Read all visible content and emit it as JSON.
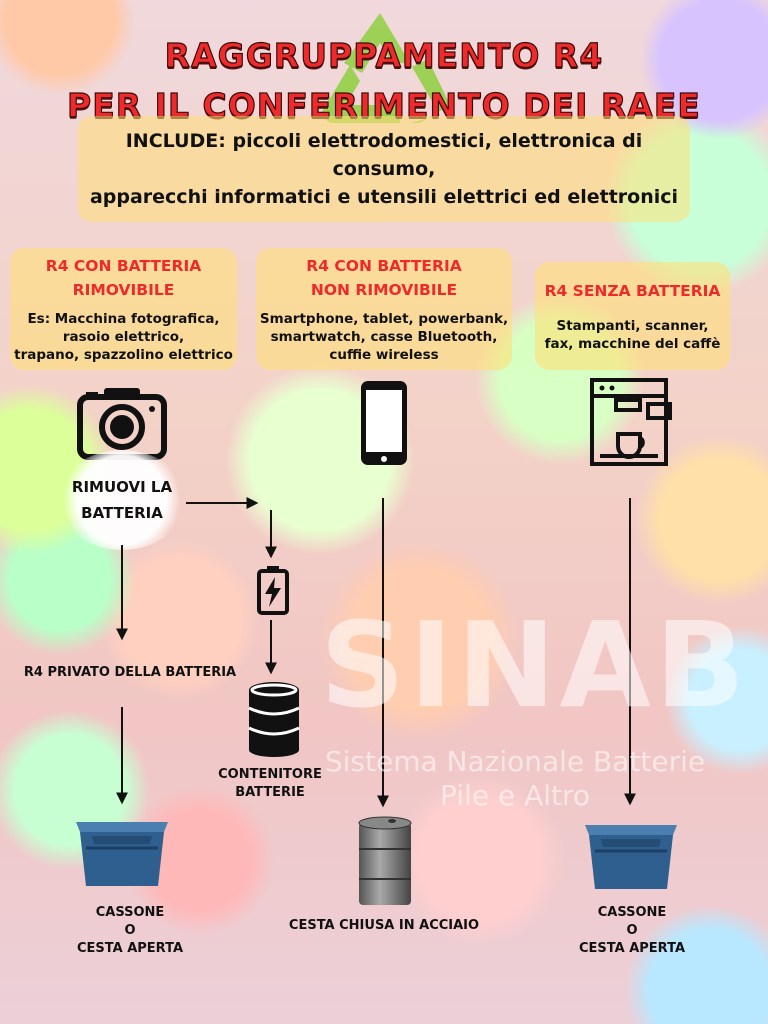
{
  "title": {
    "line1": "RAGGRUPPAMENTO R4",
    "line2": "PER IL CONFERIMENTO DEI RAEE"
  },
  "include": {
    "line1": "INCLUDE: piccoli elettrodomestici, elettronica di consumo,",
    "line2": "apparecchi informatici e utensili elettrici ed elettronici"
  },
  "cards": [
    {
      "heading1": "R4 CON BATTERIA",
      "heading2": "RIMOVIBILE",
      "desc1": "Es: Macchina fotografica,",
      "desc2": "rasoio elettrico,",
      "desc3": "trapano, spazzolino elettrico",
      "icon": "camera-icon"
    },
    {
      "heading1": "R4 CON BATTERIA",
      "heading2": "NON RIMOVIBILE",
      "desc1": "Smartphone, tablet, powerbank,",
      "desc2": "smartwatch, casse Bluetooth,",
      "desc3": "cuffie wireless",
      "icon": "smartphone-icon"
    },
    {
      "heading1": "R4 SENZA BATTERIA",
      "desc1": "Stampanti, scanner,",
      "desc2": "fax, macchine del caffè",
      "icon": "coffee-machine-icon"
    }
  ],
  "flow": {
    "remove_battery1": "RIMUOVI LA",
    "remove_battery2": "BATTERIA",
    "deprived": "R4 PRIVATO DELLA BATTERIA",
    "container1": "CONTENITORE",
    "container2": "BATTERIE",
    "bin1": "CASSONE",
    "bin2": "O",
    "bin3": "CESTA APERTA",
    "steel": "CESTA CHIUSA IN ACCIAIO"
  },
  "watermark": {
    "logo": "SINAB",
    "line1": "Sistema Nazionale Batterie",
    "line2": "Pile e Altro"
  },
  "colors": {
    "accent_red": "#ee2a2a",
    "card_yellow": "#ffe078",
    "crate_blue": "#2f5f8f",
    "recycle_green": "#7fc93a"
  }
}
